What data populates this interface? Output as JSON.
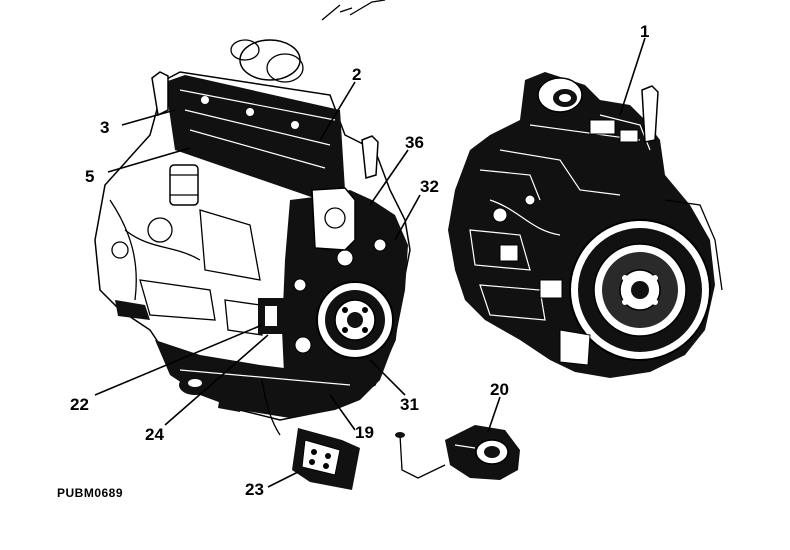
{
  "figure_code": "PUBM0689",
  "callouts": {
    "c1": "1",
    "c2": "2",
    "c3": "3",
    "c5": "5",
    "c36": "36",
    "c32": "32",
    "c22": "22",
    "c24": "24",
    "c31": "31",
    "c19": "19",
    "c20": "20",
    "c23": "23"
  }
}
